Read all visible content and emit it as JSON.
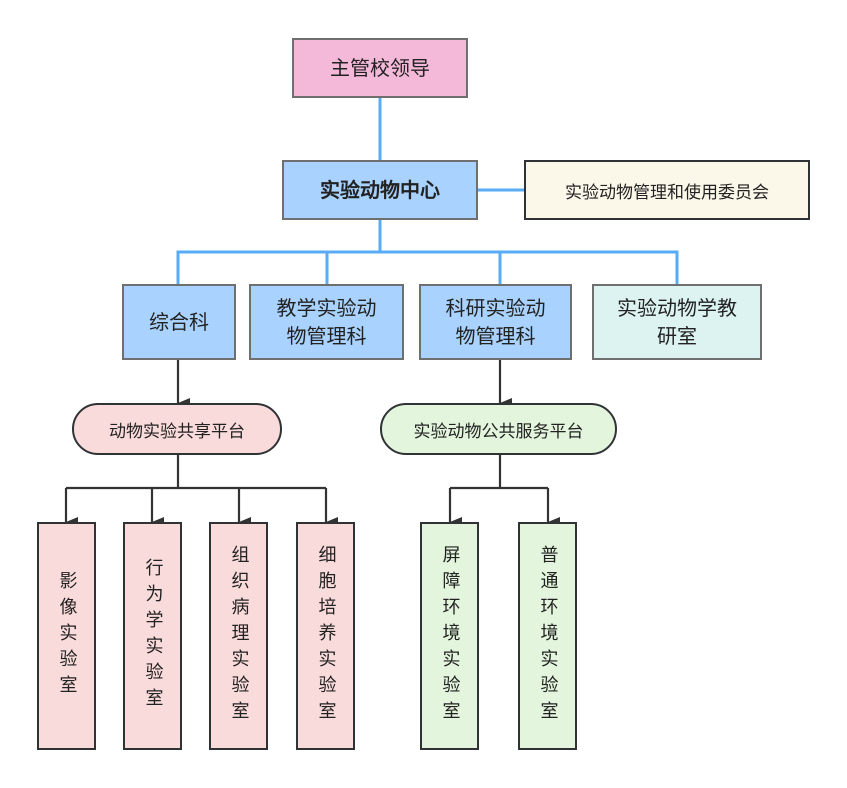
{
  "nodes": {
    "leader": "主管校领导",
    "center": "实验动物中心",
    "committee": "实验动物管理和使用委员会",
    "departments": [
      "综合科",
      "教学实验动物管理科",
      "科研实验动物管理科",
      "实验动物学教研室"
    ],
    "departments_display": [
      [
        "综合科"
      ],
      [
        "教学实验动",
        "物管理科"
      ],
      [
        "科研实验动",
        "物管理科"
      ],
      [
        "实验动物学教",
        "研室"
      ]
    ],
    "platforms": [
      "动物实验共享平台",
      "实验动物公共服务平台"
    ],
    "shared_platform_labs": [
      "影像实验室",
      "行为学实验室",
      "组织病理实验室",
      "细胞培养实验室"
    ],
    "service_platform_labs": [
      "屏障环境实验室",
      "普通环境实验室"
    ]
  },
  "colors": {
    "leader_fill": "#f4b8d9",
    "center_fill": "#a9d3fe",
    "committee_fill": "#fbf7e9",
    "department_fill": "#a9d3fe",
    "teaching_office_fill": "#dcf3f1",
    "shared_platform_fill": "#fadbdb",
    "service_platform_fill": "#e3f5dc",
    "blue_connector": "#5aabf5",
    "dark_connector": "#333333"
  }
}
